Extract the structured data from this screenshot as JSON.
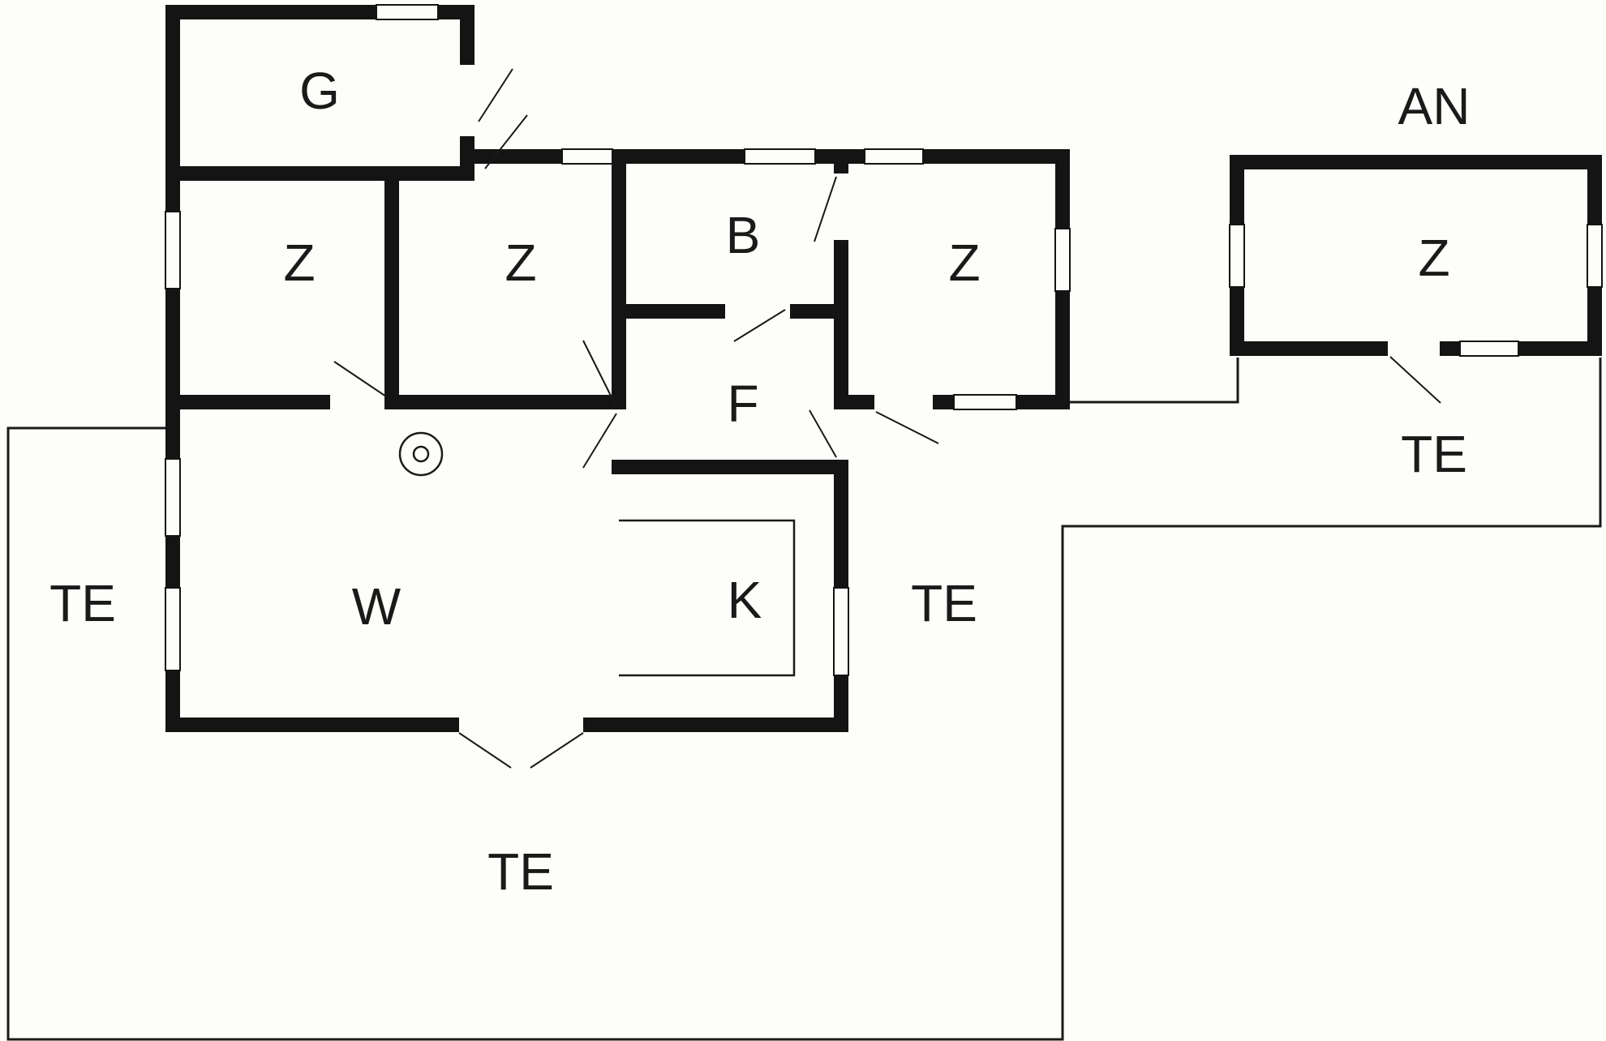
{
  "colors": {
    "wall": "#141414",
    "line": "#1a1a1a",
    "background": "#fdfdf9"
  },
  "labels": {
    "garage": "G",
    "bedroom_left": "Z",
    "bedroom_middle": "Z",
    "bathroom": "B",
    "bedroom_right": "Z",
    "hallway": "F",
    "living_room": "W",
    "kitchen": "K",
    "terrace_left": "TE",
    "terrace_right": "TE",
    "terrace_bottom": "TE",
    "annex_title": "AN",
    "annex_room": "Z",
    "annex_terrace": "TE"
  }
}
